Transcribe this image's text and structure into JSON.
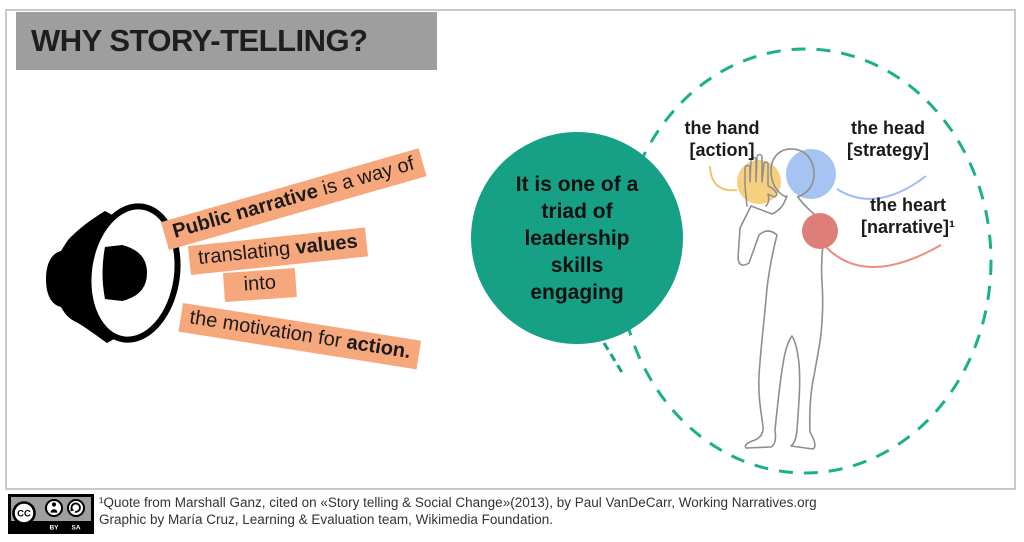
{
  "title": "WHY STORY-TELLING?",
  "colors": {
    "title_bar_gray": "#9E9E9E",
    "highlight_orange": "#F6A77B",
    "triad_teal": "#16A085",
    "dash_teal": "#1BB08C",
    "hand_yellow": "#F6D07F",
    "head_blue": "#A6C4F2",
    "heart_red": "#DE7E78",
    "figure_outline_gray": "#8E8E8E"
  },
  "quote": {
    "snippets": [
      {
        "parts": [
          {
            "text": "Public narrative ",
            "bold": true
          },
          {
            "text": "is a way of",
            "bold": false
          }
        ]
      },
      {
        "parts": [
          {
            "text": "translating ",
            "bold": false
          },
          {
            "text": "values",
            "bold": true
          }
        ]
      },
      {
        "parts": [
          {
            "text": "into",
            "bold": false
          }
        ]
      },
      {
        "parts": [
          {
            "text": "the motivation for ",
            "bold": false
          },
          {
            "text": "action.",
            "bold": true
          }
        ]
      }
    ]
  },
  "triad": {
    "lines": [
      "It is one of a",
      "triad of",
      "leadership",
      "skills",
      "engaging"
    ]
  },
  "body_labels": {
    "hand": {
      "line1": "the hand",
      "line2": "[action]"
    },
    "head": {
      "line1": "the head",
      "line2": "[strategy]"
    },
    "heart": {
      "line1": "the heart",
      "line2": "[narrative]¹"
    }
  },
  "footer": {
    "license": {
      "cc": "CC",
      "by": "BY",
      "sa": "SA"
    },
    "line1": "¹Quote  from Marshall Ganz, cited on «Story telling & Social Change»(2013), by Paul VanDeCarr, Working Narratives.org",
    "line2": "Graphic by María Cruz, Learning & Evaluation team, Wikimedia Foundation."
  }
}
